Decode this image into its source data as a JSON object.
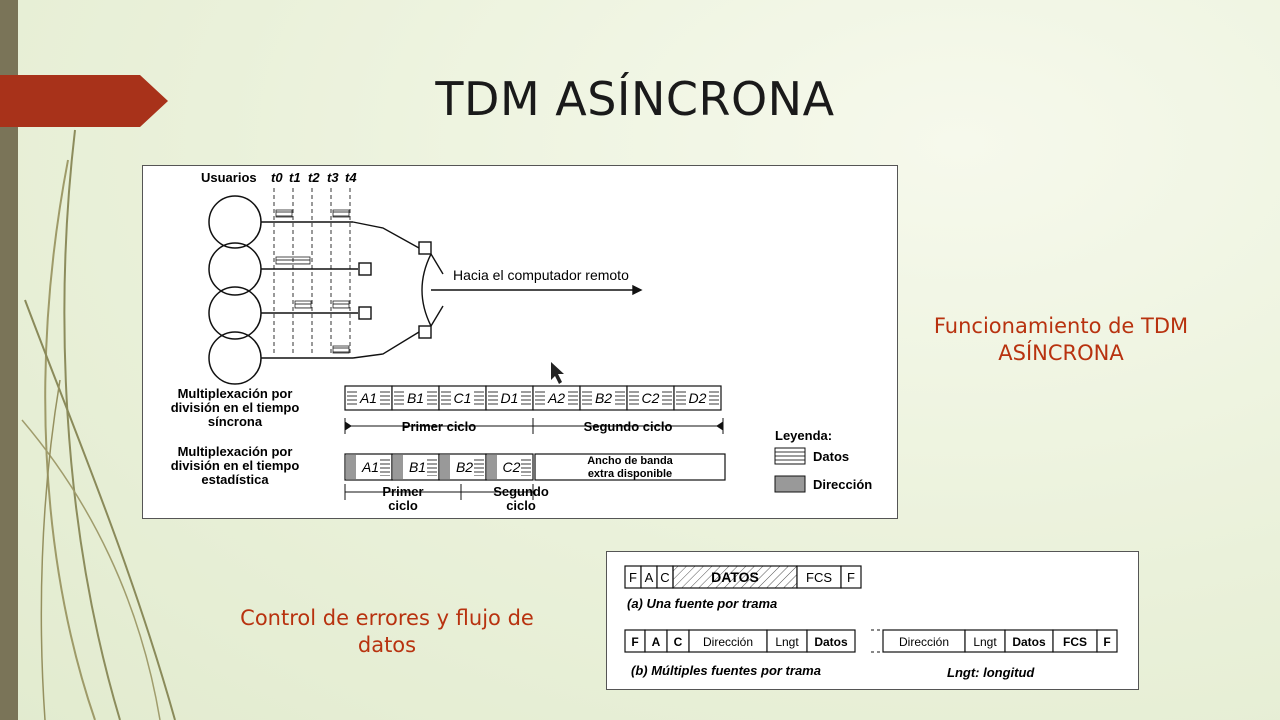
{
  "slide": {
    "title": "TDM ASÍNCRONA",
    "caption_right": "Funcionamiento de TDM ASÍNCRONA",
    "caption_bottom": "Control de errores y flujo de datos"
  },
  "figure1": {
    "users_label": "Usuarios",
    "time_labels": [
      "t0",
      "t1",
      "t2",
      "t3",
      "t4"
    ],
    "remote_label": "Hacia el computador remoto",
    "sync_label": [
      "Multiplexación por",
      "división en el tiempo",
      "síncrona"
    ],
    "stat_label": [
      "Multiplexación por",
      "división en el tiempo",
      "estadística"
    ],
    "sync_slots": [
      "A1",
      "B1",
      "C1",
      "D1",
      "A2",
      "B2",
      "C2",
      "D2"
    ],
    "first_cycle": "Primer ciclo",
    "second_cycle": "Segundo ciclo",
    "stat_slots": [
      "A1",
      "B1",
      "B2",
      "C2"
    ],
    "extra_bandwidth": [
      "Ancho de banda",
      "extra disponible"
    ],
    "stat_first": [
      "Primer",
      "ciclo"
    ],
    "stat_second": [
      "Segundo",
      "ciclo"
    ],
    "legend_title": "Leyenda:",
    "legend_data": "Datos",
    "legend_address": "Dirección"
  },
  "figure2": {
    "row_a": [
      "F",
      "A",
      "C",
      "DATOS",
      "FCS",
      "F"
    ],
    "caption_a": "(a) Una fuente por trama",
    "row_b": [
      "F",
      "A",
      "C",
      "Dirección",
      "Lngt",
      "Datos",
      "Dirección",
      "Lngt",
      "Datos",
      "FCS",
      "F"
    ],
    "caption_b": "(b) Múltiples fuentes por trama",
    "note_b": "Lngt: longitud"
  },
  "colors": {
    "accent": "#b8320f",
    "tag": "#a8321a",
    "strip": "#7a7458"
  }
}
